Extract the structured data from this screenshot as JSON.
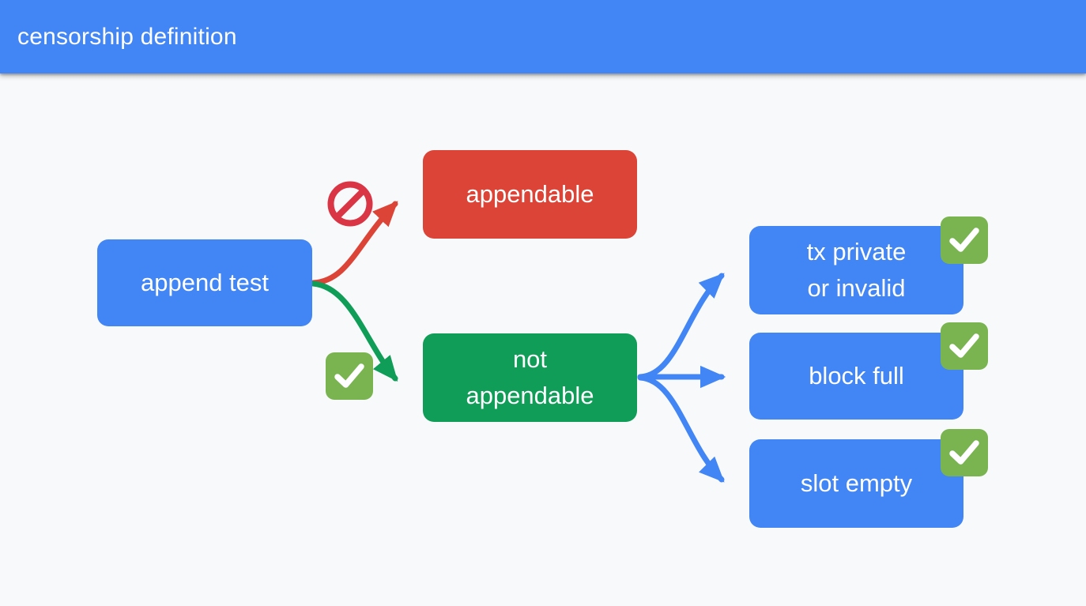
{
  "header": {
    "title": "censorship definition",
    "background": "#4285f4",
    "text_color": "#ffffff"
  },
  "canvas": {
    "background": "#f8f9fa"
  },
  "palette": {
    "blue": "#4285f4",
    "red": "#db4437",
    "green": "#0f9d58",
    "badge_green": "#79b451",
    "white": "#ffffff"
  },
  "diagram": {
    "nodes": [
      {
        "id": "append-test",
        "label": "append test",
        "color": "blue"
      },
      {
        "id": "appendable",
        "label": "appendable",
        "color": "red"
      },
      {
        "id": "not-appendable",
        "label": "not\nappendable",
        "color": "green"
      },
      {
        "id": "tx-private",
        "label": "tx private\nor invalid",
        "color": "blue"
      },
      {
        "id": "block-full",
        "label": "block full",
        "color": "blue"
      },
      {
        "id": "slot-empty",
        "label": "slot empty",
        "color": "blue"
      }
    ],
    "badges": [
      {
        "id": "branch-prohibited",
        "icon": "prohibited-icon",
        "on_edge": "append-test-to-appendable"
      },
      {
        "id": "branch-ok",
        "icon": "check-icon",
        "on_edge": "append-test-to-not-appendable"
      },
      {
        "id": "tx-private-ok",
        "icon": "check-icon",
        "on_node": "tx-private"
      },
      {
        "id": "block-full-ok",
        "icon": "check-icon",
        "on_node": "block-full"
      },
      {
        "id": "slot-empty-ok",
        "icon": "check-icon",
        "on_node": "slot-empty"
      }
    ],
    "edges": [
      {
        "from": "append-test",
        "to": "appendable",
        "color": "red"
      },
      {
        "from": "append-test",
        "to": "not-appendable",
        "color": "green"
      },
      {
        "from": "not-appendable",
        "to": "tx-private",
        "color": "blue"
      },
      {
        "from": "not-appendable",
        "to": "block-full",
        "color": "blue"
      },
      {
        "from": "not-appendable",
        "to": "slot-empty",
        "color": "blue"
      }
    ]
  }
}
